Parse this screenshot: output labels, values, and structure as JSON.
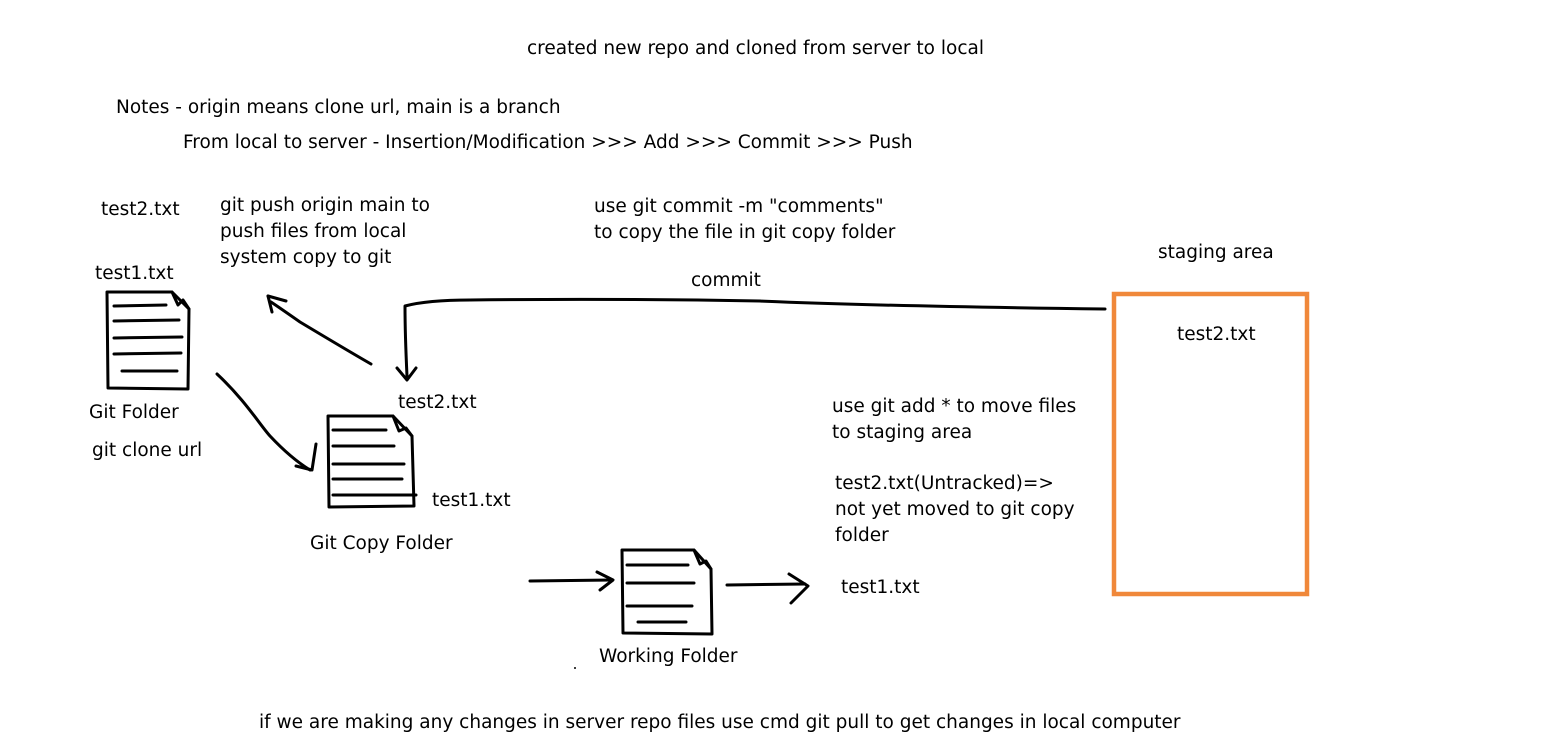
{
  "title": "created new repo and cloned from server to local",
  "notes": {
    "line1": "Notes - origin means clone url, main is a branch",
    "line2": "From local to server - Insertion/Modification >>> Add >>> Commit >>> Push"
  },
  "git_folder": {
    "file_top": "test2.txt",
    "file_bottom": "test1.txt",
    "label": "Git Folder",
    "clone_cmd": "git clone url"
  },
  "push_note": {
    "lines": [
      "git push origin main to",
      "push files from local",
      "system copy to git"
    ]
  },
  "commit_note": {
    "lines": [
      "use git commit -m \"comments\"",
      "to copy the file in git copy folder"
    ],
    "arrow_label": "commit"
  },
  "git_copy_folder": {
    "file_top": "test2.txt",
    "file_bottom": "test1.txt",
    "label": "Git Copy Folder"
  },
  "staging": {
    "label": "staging area",
    "file": "test2.txt",
    "box_color": "#F0883A"
  },
  "add_note": {
    "lines": [
      "use git add * to move files",
      "to staging area"
    ]
  },
  "untracked_note": {
    "lines": [
      "test2.txt(Untracked)=>",
      "not yet moved to git copy",
      "folder"
    ]
  },
  "working_folder": {
    "label": "Working Folder",
    "file": "test1.txt"
  },
  "footer": "if we are making any changes in server repo files use cmd git pull to get changes in local computer",
  "icons": [
    "document-icon",
    "arrow-icon"
  ]
}
